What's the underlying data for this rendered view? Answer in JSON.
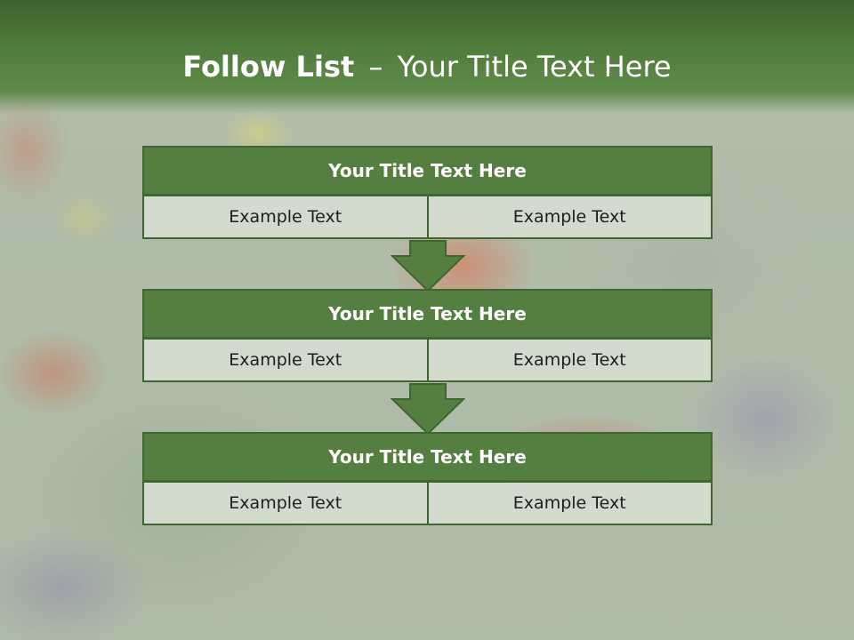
{
  "title": {
    "bold": "Follow List",
    "separator": "–",
    "rest": "Your Title Text Here"
  },
  "blocks": [
    {
      "title": "Your Title Text Here",
      "left": "Example Text",
      "right": "Example Text"
    },
    {
      "title": "Your Title Text Here",
      "left": "Example Text",
      "right": "Example Text"
    },
    {
      "title": "Your Title Text Here",
      "left": "Example Text",
      "right": "Example Text"
    }
  ],
  "colors": {
    "header_green": "#4f7b3c",
    "block_green": "#557f41",
    "border_green": "#3f6630",
    "cell_fill": "#d5ddd0"
  },
  "icons": [
    "arrow-down-icon",
    "arrow-down-icon"
  ]
}
